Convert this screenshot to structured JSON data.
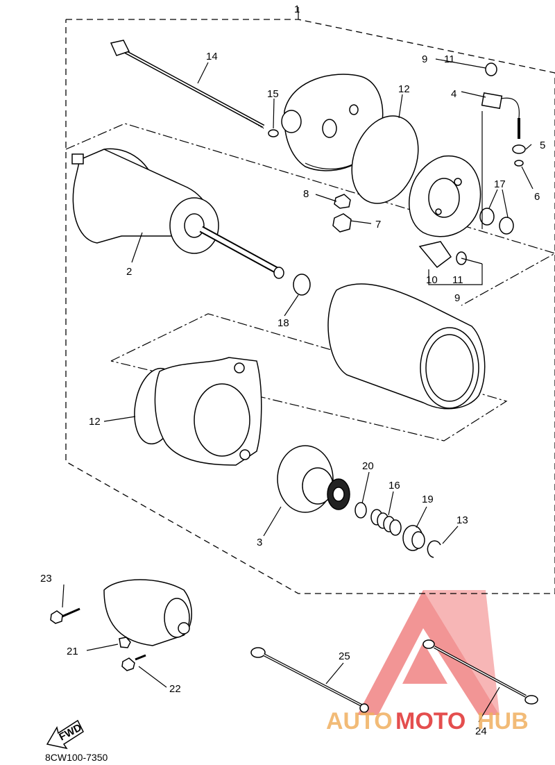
{
  "callouts": {
    "c1": "1",
    "c2": "2",
    "c3": "3",
    "c4": "4",
    "c5": "5",
    "c6": "6",
    "c7": "7",
    "c8": "8",
    "c9_top": "9",
    "c9_range_end": "11",
    "c9_bottom": "9",
    "c10": "10",
    "c11": "11",
    "c12_top": "12",
    "c12_left": "12",
    "c13": "13",
    "c14": "14",
    "c15": "15",
    "c16": "16",
    "c17": "17",
    "c18": "18",
    "c19": "19",
    "c20": "20",
    "c21": "21",
    "c22": "22",
    "c23": "23",
    "c24": "24",
    "c25": "25"
  },
  "fwd_label": "FWD",
  "diagram_code": "8CW100-7350",
  "watermark": {
    "part1": "AUTO",
    "part2": "MOTO",
    "part3": "HUB",
    "color_orange": "#f0b060",
    "color_red": "#e03030"
  }
}
